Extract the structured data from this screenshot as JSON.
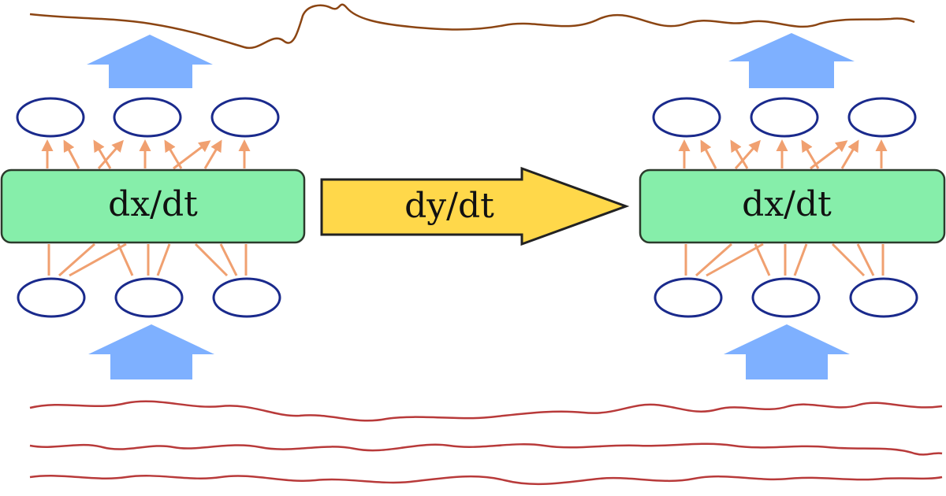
{
  "colors": {
    "box_fill": "#86eeaa",
    "node_stroke": "#1a2a8c",
    "fat_arrow": "#7eb0ff",
    "connection": "#f0a070",
    "middle_arrow": "#ffd84a",
    "top_signal": "#8b4513",
    "bottom_signals": "#b83a3a"
  },
  "left_block": {
    "label": "dx/dt"
  },
  "middle_arrow": {
    "label": "dy/dt"
  },
  "right_block": {
    "label": "dx/dt"
  }
}
